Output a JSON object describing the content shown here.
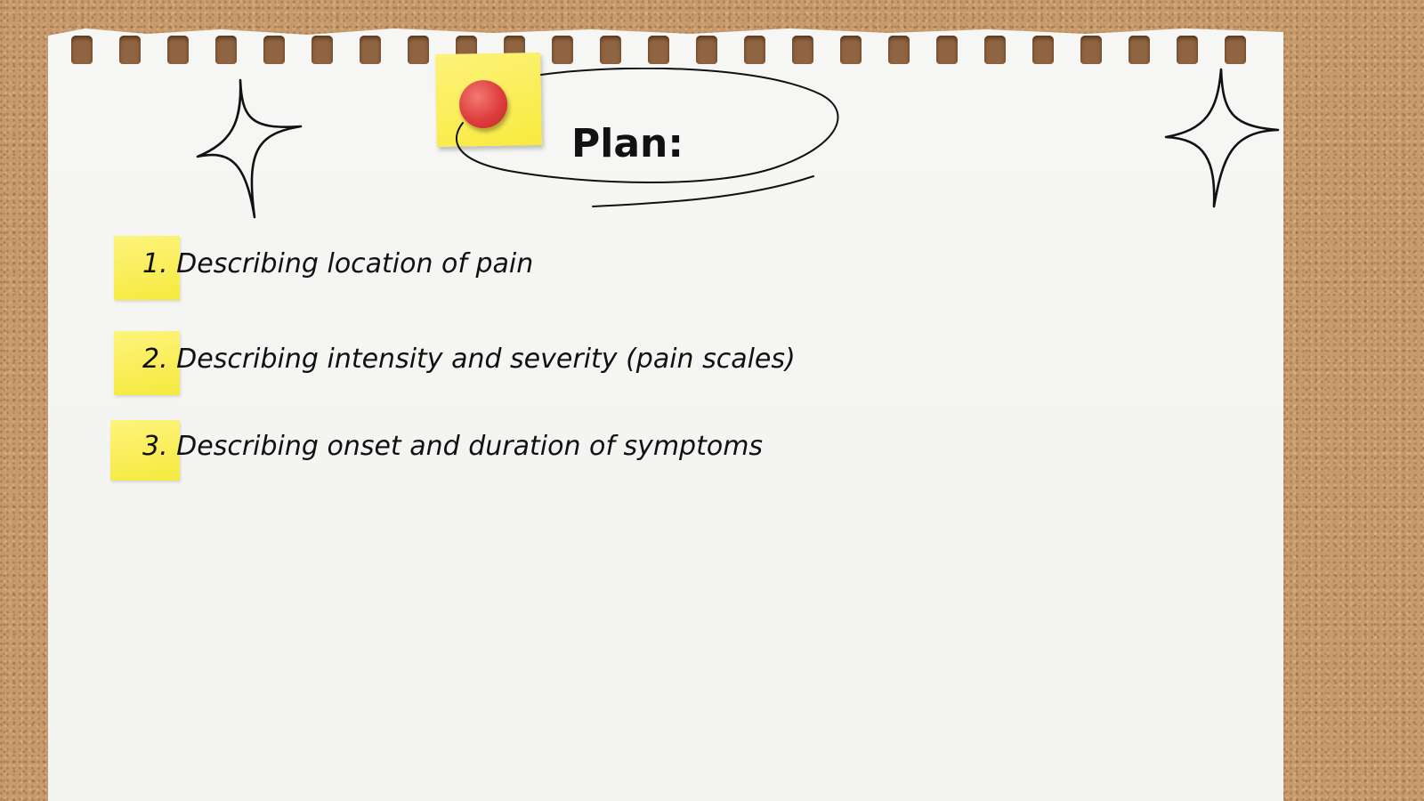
{
  "slide": {
    "title": "Plan:",
    "items": [
      {
        "text": "1. Describing location of pain"
      },
      {
        "text": "2. Describing intensity and severity (pain scales)"
      },
      {
        "text": "3. Describing onset and duration of symptoms"
      }
    ]
  },
  "decorations": {
    "background": "cork-board",
    "pin_color": "#de3d3d",
    "sticky_note_color": "#f8ea3e",
    "icons": [
      "sparkle-icon",
      "pushpin-icon"
    ]
  }
}
